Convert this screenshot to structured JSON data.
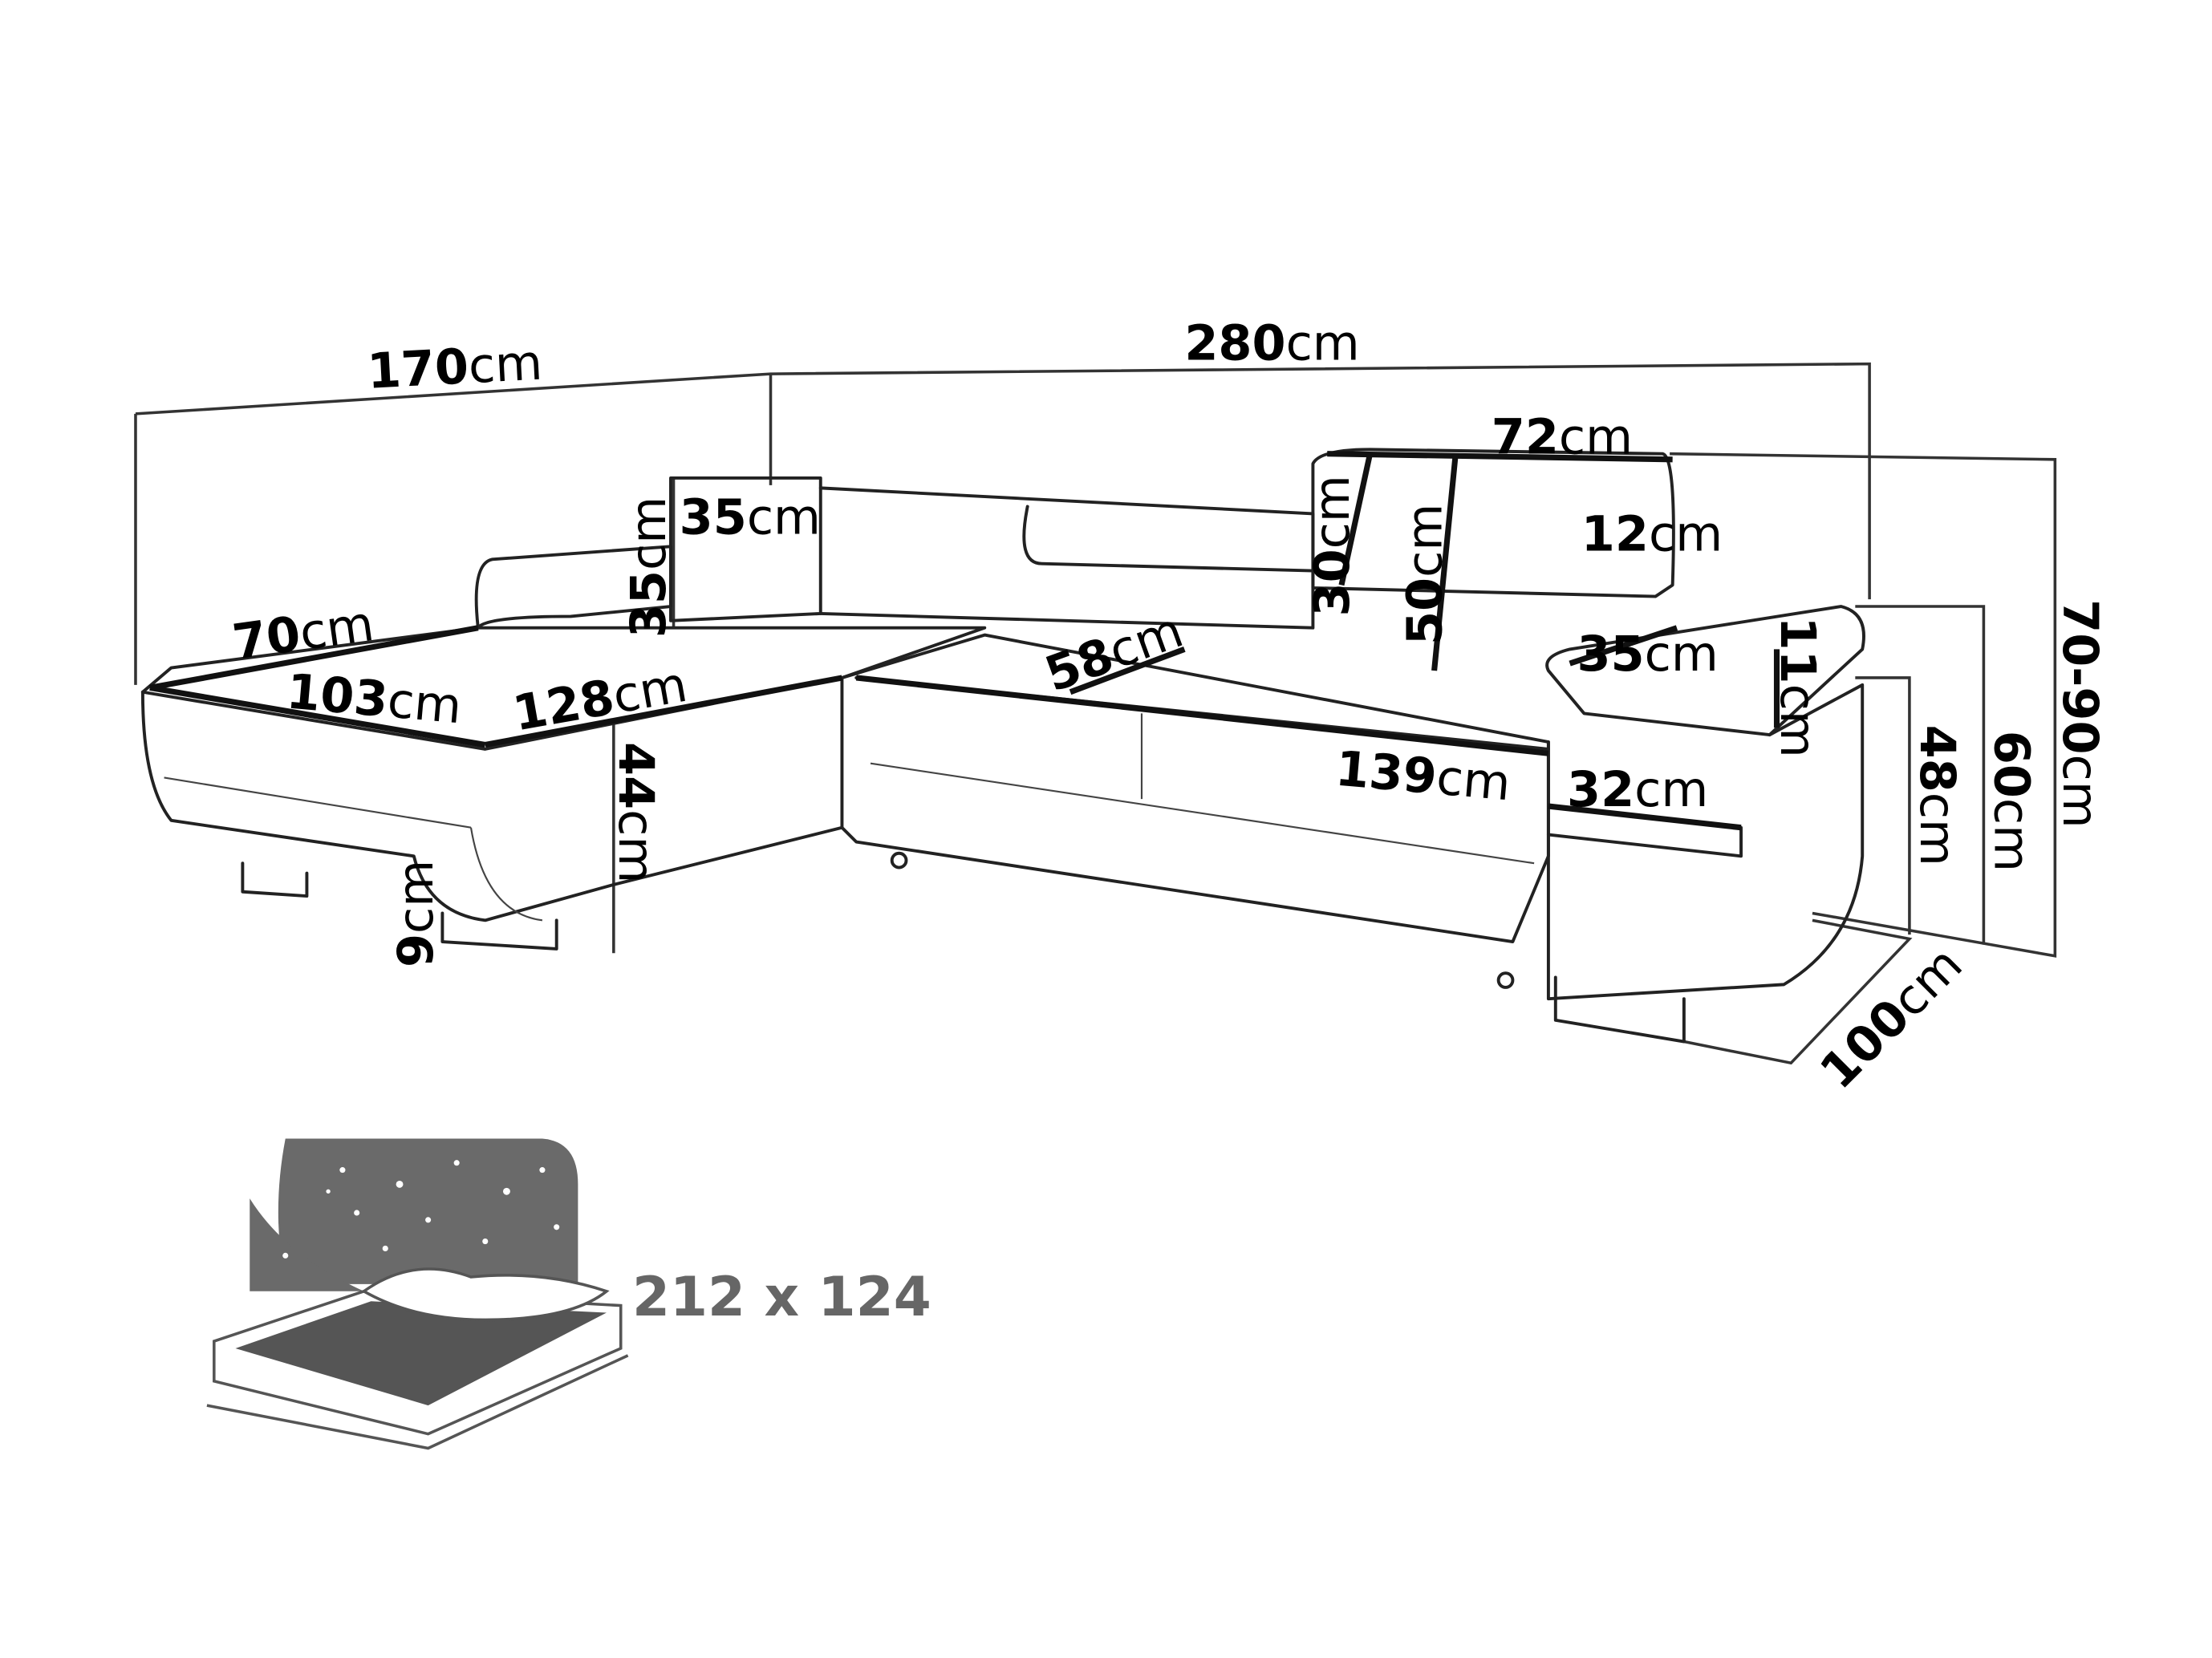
{
  "labels": {
    "total_width": {
      "value": "280",
      "unit": "cm"
    },
    "corner_depth": {
      "value": "170",
      "unit": "cm"
    },
    "headrest_width": {
      "value": "72",
      "unit": "cm"
    },
    "left_headrest_width": {
      "value": "35",
      "unit": "cm"
    },
    "left_headrest_height": {
      "value": "35",
      "unit": "cm"
    },
    "headrest_thickness": {
      "value": "12",
      "unit": "cm"
    },
    "headrest_height": {
      "value": "30",
      "unit": "cm"
    },
    "backrest_height": {
      "value": "50",
      "unit": "cm"
    },
    "chaise_width": {
      "value": "70",
      "unit": "cm"
    },
    "chaise_length": {
      "value": "103",
      "unit": "cm"
    },
    "chaise_seat": {
      "value": "128",
      "unit": "cm"
    },
    "seat_depth": {
      "value": "58",
      "unit": "cm"
    },
    "armrest_depth": {
      "value": "35",
      "unit": "cm"
    },
    "armrest_thickness": {
      "value": "11",
      "unit": "cm"
    },
    "seat_width": {
      "value": "139",
      "unit": "cm"
    },
    "armrest_width": {
      "value": "32",
      "unit": "cm"
    },
    "seat_height": {
      "value": "44",
      "unit": "cm"
    },
    "leg_height": {
      "value": "9",
      "unit": "cm"
    },
    "arm_height": {
      "value": "48",
      "unit": "cm"
    },
    "back_height": {
      "value": "60",
      "unit": "cm"
    },
    "total_height": {
      "value": "70-90",
      "unit": "cm"
    },
    "depth": {
      "value": "100",
      "unit": "cm"
    }
  },
  "bed": {
    "size": "212 x 124",
    "color": "#666666"
  }
}
